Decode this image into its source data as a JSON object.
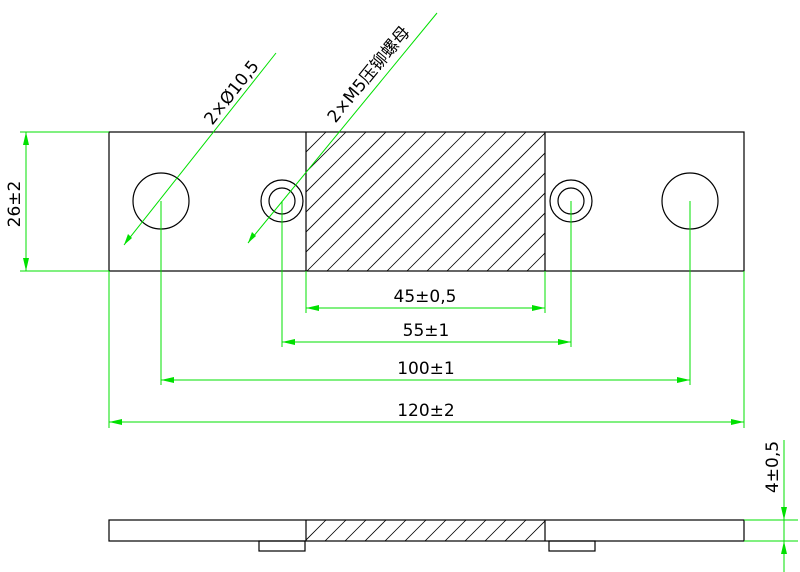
{
  "dimensions": {
    "hole_note": "2×Ø10,5",
    "nut_note": "2×M5压铆螺母",
    "width": "26±2",
    "hatch_length": "45±0,5",
    "nut_pitch": "55±1",
    "hole_pitch": "100±1",
    "overall_length": "120±2",
    "thickness": "4±0,5"
  },
  "colors": {
    "outline": "#000000",
    "dimension": "#00e000",
    "text": "#000000"
  }
}
